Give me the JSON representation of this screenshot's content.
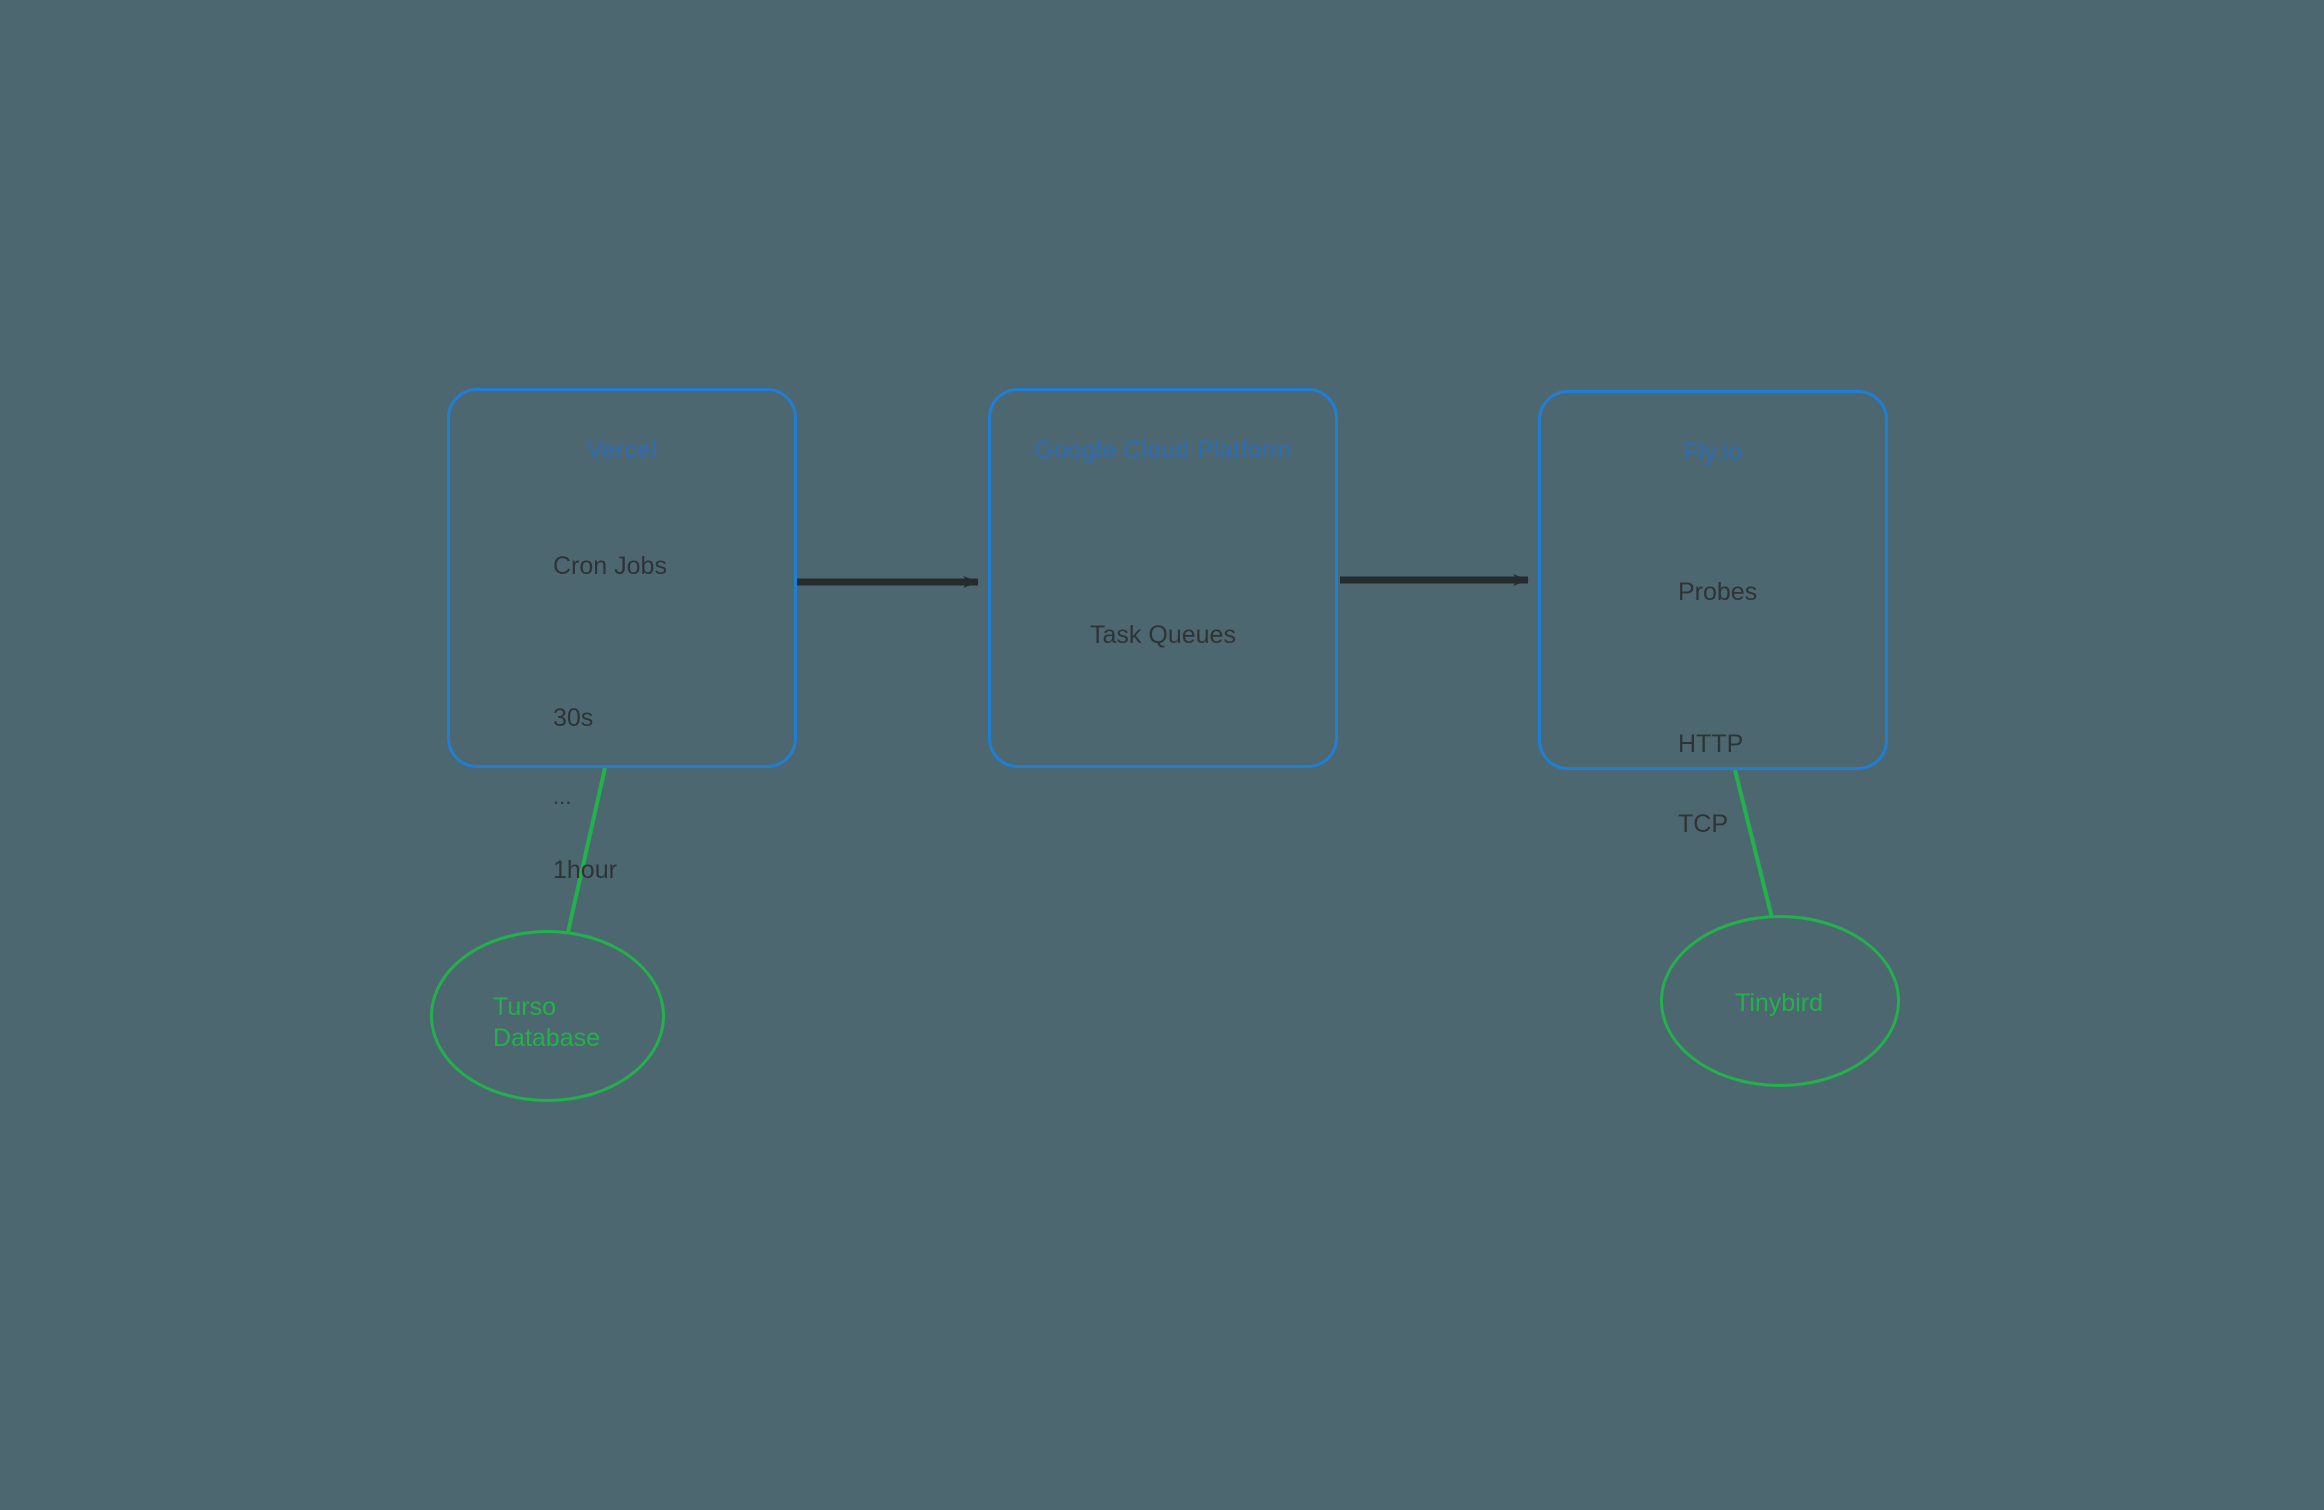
{
  "diagram": {
    "background_color": "#4d6770",
    "box_border_color": "#1f7fd4",
    "box_title_color": "#2c6cb5",
    "box_text_color": "#2e3436",
    "ellipse_color": "#22b14c",
    "arrow_color": "#262b2e"
  },
  "boxes": [
    {
      "id": "vercel",
      "title": "Vercel",
      "lines": [
        "Cron Jobs",
        "",
        "30s",
        "...",
        "1hour"
      ],
      "line_cron_jobs": "Cron Jobs",
      "line_30s": "30s",
      "line_ellipsis": "...",
      "line_1hour": "1hour"
    },
    {
      "id": "gcp",
      "title": "Google Cloud Platform",
      "lines": [
        "Task Queues"
      ],
      "line_task_queues": "Task Queues"
    },
    {
      "id": "flyio",
      "title": "Fly.io",
      "lines": [
        "Probes",
        "",
        "HTTP",
        "TCP"
      ],
      "line_probes": "Probes",
      "line_http": "HTTP",
      "line_tcp": "TCP"
    }
  ],
  "ellipses": [
    {
      "id": "turso",
      "label": "Turso\nDatabase"
    },
    {
      "id": "tinybird",
      "label": "Tinybird"
    }
  ],
  "edges": [
    {
      "id": "vercel-to-gcp",
      "type": "arrow",
      "style": "solid"
    },
    {
      "id": "gcp-to-flyio",
      "type": "arrow",
      "style": "solid"
    },
    {
      "id": "vercel-to-turso",
      "type": "line",
      "style": "solid"
    },
    {
      "id": "flyio-to-tinybird",
      "type": "line",
      "style": "solid"
    }
  ]
}
